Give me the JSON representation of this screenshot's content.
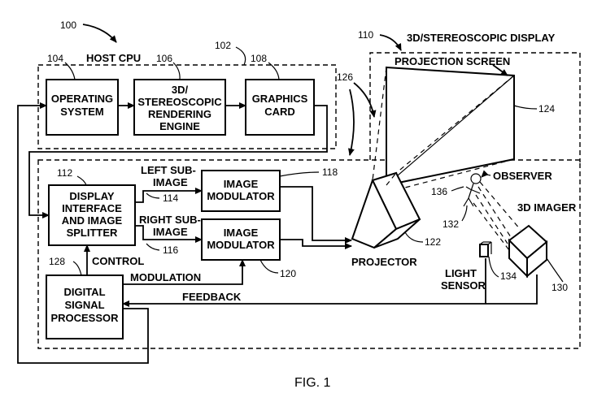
{
  "labels": {
    "host_cpu": "HOST CPU",
    "display_title": "3D/STEREOSCOPIC DISPLAY",
    "projection_screen": "PROJECTION SCREEN",
    "left_sub_image_1": "LEFT SUB-",
    "left_sub_image_2": "IMAGE",
    "right_sub_image_1": "RIGHT SUB-",
    "right_sub_image_2": "IMAGE",
    "control": "CONTROL",
    "modulation": "MODULATION",
    "feedback": "FEEDBACK",
    "projector": "PROJECTOR",
    "observer": "OBSERVER",
    "imager": "3D IMAGER",
    "light_sensor_1": "LIGHT",
    "light_sensor_2": "SENSOR",
    "caption": "FIG. 1"
  },
  "boxes": {
    "os": [
      "OPERATING",
      "SYSTEM"
    ],
    "rendering": [
      "3D/",
      "STEREOSCOPIC",
      "RENDERING",
      "ENGINE"
    ],
    "graphics": [
      "GRAPHICS",
      "CARD"
    ],
    "interface": [
      "DISPLAY",
      "INTERFACE",
      "AND IMAGE",
      "SPLITTER"
    ],
    "modulator_left": [
      "IMAGE",
      "MODULATOR"
    ],
    "modulator_right": [
      "IMAGE",
      "MODULATOR"
    ],
    "dsp": [
      "DIGITAL",
      "SIGNAL",
      "PROCESSOR"
    ]
  },
  "refs": {
    "r100": "100",
    "r102": "102",
    "r104": "104",
    "r106": "106",
    "r108": "108",
    "r110": "110",
    "r112": "112",
    "r114": "114",
    "r116": "116",
    "r118": "118",
    "r120": "120",
    "r122": "122",
    "r124": "124",
    "r126": "126",
    "r128": "128",
    "r130": "130",
    "r132": "132",
    "r134": "134",
    "r136": "136"
  }
}
